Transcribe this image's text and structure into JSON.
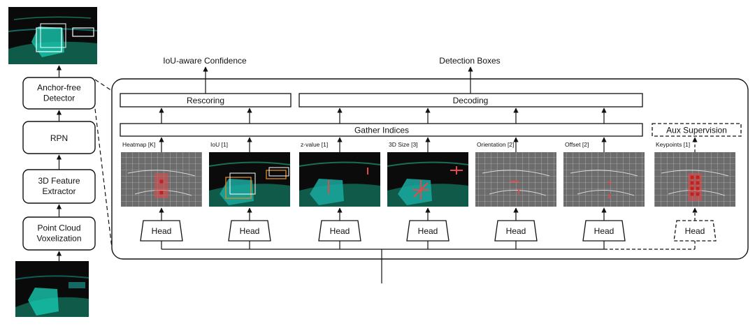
{
  "pipeline": {
    "anchor_free_detector": "Anchor-free\nDetector",
    "rpn": "RPN",
    "feature_extractor": "3D Feature\nExtractor",
    "voxelization": "Point Cloud\nVoxelization"
  },
  "outputs": {
    "iou_confidence": "IoU-aware Confidence",
    "detection_boxes": "Detection Boxes"
  },
  "blocks": {
    "rescoring": "Rescoring",
    "decoding": "Decoding",
    "gather": "Gather Indices",
    "aux": "Aux Supervision"
  },
  "branches": [
    {
      "label": "Heatmap [K]",
      "head": "Head"
    },
    {
      "label": "IoU [1]",
      "head": "Head"
    },
    {
      "label": "z-value [1]",
      "head": "Head"
    },
    {
      "label": "3D Size [3]",
      "head": "Head"
    },
    {
      "label": "Orientation [2]",
      "head": "Head"
    },
    {
      "label": "Offset [2]",
      "head": "Head"
    },
    {
      "label": "Keypoints [1]",
      "head": "Head"
    }
  ],
  "icons": [
    "pointcloud-thumbnail",
    "heatmap-grid",
    "bev-pointcloud"
  ],
  "colors": {
    "line": "#111111",
    "heat": "#e34a4a",
    "pointcloud": "#1aa9a0",
    "grid": "#8f8f8f"
  }
}
